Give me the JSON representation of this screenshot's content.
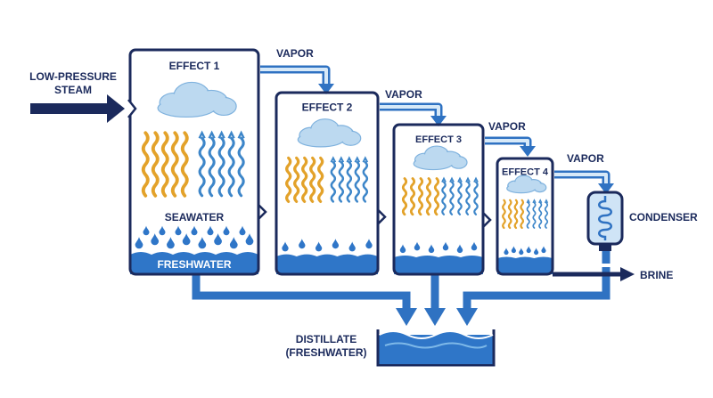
{
  "labels": {
    "steam_line1": "LOW-PRESSURE",
    "steam_line2": "STEAM",
    "vapor": "VAPOR",
    "seawater": "SEAWATER",
    "freshwater": "FRESHWATER",
    "condenser": "CONDENSER",
    "brine": "BRINE",
    "distillate_line1": "DISTILLATE",
    "distillate_line2": "(FRESHWATER)"
  },
  "effects": [
    {
      "id": 1,
      "label": "EFFECT 1"
    },
    {
      "id": 2,
      "label": "EFFECT 2"
    },
    {
      "id": 3,
      "label": "EFFECT 3"
    },
    {
      "id": 4,
      "label": "EFFECT 4"
    }
  ],
  "colors": {
    "navy": "#1b2a5c",
    "pipe": "#2f72c2",
    "pipe_light": "#d7e9f8",
    "water": "#2f76c8",
    "water_light": "#7db8e8",
    "hot_coil": "#e3a22a",
    "cool_coil": "#3d86c9",
    "cloud": "#bcd9f0",
    "cloud_edge": "#7fb2de"
  }
}
